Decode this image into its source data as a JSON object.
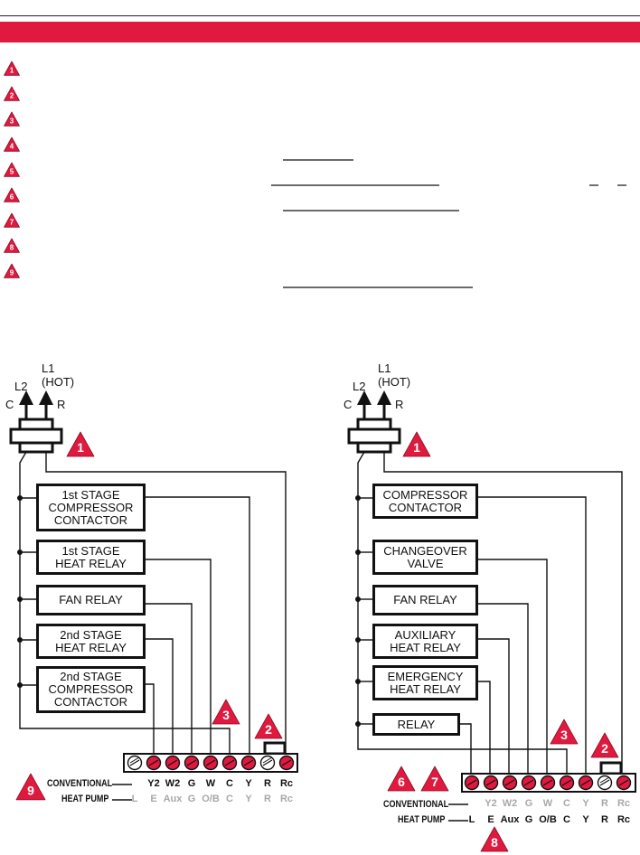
{
  "colors": {
    "accent": "#e0193e",
    "line": "#111111",
    "gray_text": "#a8a8a8"
  },
  "callout_list": [
    "1",
    "2",
    "3",
    "4",
    "5",
    "6",
    "7",
    "8",
    "9"
  ],
  "left": {
    "supply": {
      "l2": "L2",
      "l1": "L1",
      "hot": "(HOT)",
      "c": "C",
      "r": "R"
    },
    "boxes": [
      "1st STAGE\nCOMPRESSOR\nCONTACTOR",
      "1st STAGE\nHEAT RELAY",
      "FAN RELAY",
      "2nd STAGE\nHEAT RELAY",
      "2nd STAGE\nCOMPRESSOR\nCONTACTOR"
    ],
    "row1_label": "CONVENTIONAL",
    "row2_label": "HEAT PUMP",
    "conventional": [
      "Y2",
      "W2",
      "G",
      "W",
      "C",
      "Y",
      "R",
      "Rc"
    ],
    "heat_pump": [
      "L",
      "E",
      "Aux",
      "G",
      "O/B",
      "C",
      "Y",
      "R",
      "Rc"
    ],
    "callouts": {
      "transformer": "1",
      "jumper": "2",
      "common": "3",
      "terminal_row": "9"
    }
  },
  "right": {
    "supply": {
      "l2": "L2",
      "l1": "L1",
      "hot": "(HOT)",
      "c": "C",
      "r": "R"
    },
    "boxes": [
      "COMPRESSOR\nCONTACTOR",
      "CHANGEOVER\nVALVE",
      "FAN RELAY",
      "AUXILIARY\nHEAT RELAY",
      "EMERGENCY\nHEAT RELAY",
      "RELAY"
    ],
    "row1_label": "CONVENTIONAL",
    "row2_label": "HEAT PUMP",
    "conventional": [
      "Y2",
      "W2",
      "G",
      "W",
      "C",
      "Y",
      "R",
      "Rc"
    ],
    "heat_pump": [
      "L",
      "E",
      "Aux",
      "G",
      "O/B",
      "C",
      "Y",
      "R",
      "Rc"
    ],
    "callouts": {
      "transformer": "1",
      "jumper": "2",
      "common": "3",
      "conv_a": "6",
      "conv_b": "7",
      "hp": "8"
    }
  }
}
